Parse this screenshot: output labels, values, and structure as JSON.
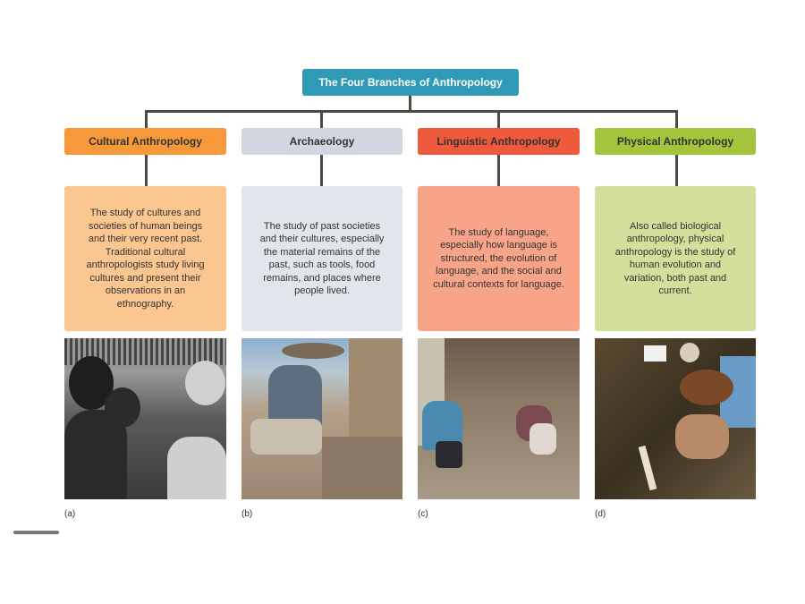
{
  "title": "The Four Branches of Anthropology",
  "colors": {
    "title_bg": "#2e9ab5",
    "connector": "#4a4a42"
  },
  "branches": [
    {
      "name": "Cultural Anthropology",
      "header_color": "#f7993a",
      "desc_color": "#fbc690",
      "description": "The study of cultures and societies of human beings and their very recent past. Traditional cultural anthropologists study living cultures and present their observations in an ethnography.",
      "photo_label": "cultural-anthropology-photo",
      "caption": "(a)"
    },
    {
      "name": "Archaeology",
      "header_color": "#d3d6e0",
      "desc_color": "#e3e5ec",
      "description": "The study of past societies and their cultures, especially the material remains of the past, such as tools, food remains, and places where people lived.",
      "photo_label": "archaeology-photo",
      "caption": "(b)"
    },
    {
      "name": "Linguistic Anthropology",
      "header_color": "#ef5a3c",
      "desc_color": "#f7a488",
      "description": "The study of language, especially how language is structured, the evolution of language, and the social and cultural contexts for language.",
      "photo_label": "linguistic-anthropology-photo",
      "caption": "(c)"
    },
    {
      "name": "Physical Anthropology",
      "header_color": "#a3c43b",
      "desc_color": "#d3e09c",
      "description": "Also called biological anthropology, physical anthropology is the study of human evolution and variation, both past and current.",
      "photo_label": "physical-anthropology-photo",
      "caption": "(d)"
    }
  ]
}
